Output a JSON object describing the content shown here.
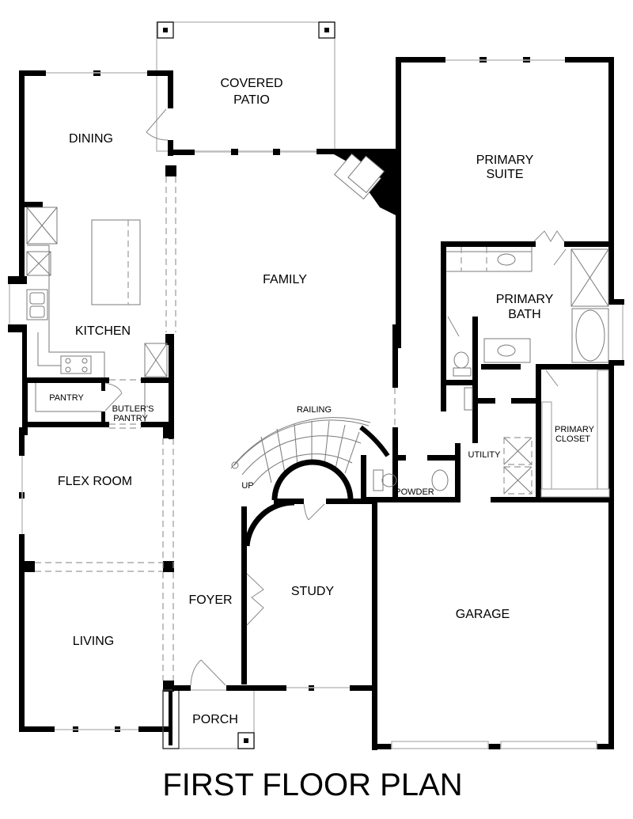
{
  "plan": {
    "title": "FIRST FLOOR PLAN",
    "rooms": {
      "covered_patio": [
        "COVERED",
        "PATIO"
      ],
      "dining": "DINING",
      "primary_suite": [
        "PRIMARY",
        "SUITE"
      ],
      "family": "FAMILY",
      "kitchen": "KITCHEN",
      "primary_bath": [
        "PRIMARY",
        "BATH"
      ],
      "pantry": "PANTRY",
      "butlers_pantry": [
        "BUTLER'S",
        "PANTRY"
      ],
      "railing": "RAILING",
      "primary_closet": [
        "PRIMARY",
        "CLOSET"
      ],
      "utility": "UTILITY",
      "flex_room": "FLEX ROOM",
      "up": "UP",
      "powder": "POWDER",
      "garage": "GARAGE",
      "foyer": "FOYER",
      "study": "STUDY",
      "living": "LIVING",
      "porch": "PORCH"
    },
    "colors": {
      "wall": "#000000",
      "fixture": "#7a7a7a",
      "window": "#bdbdbd"
    }
  }
}
